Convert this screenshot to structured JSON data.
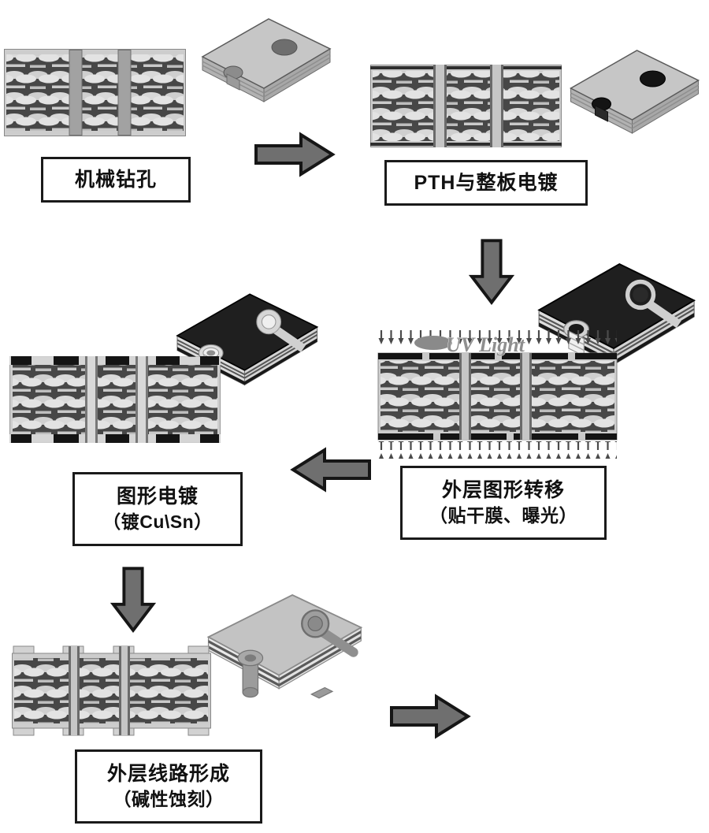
{
  "figure": {
    "background": "#ffffff",
    "uv_light_label": "UV Light",
    "steps": [
      {
        "name": "mechanical-drilling",
        "label_lines": [
          "机械钻孔"
        ]
      },
      {
        "name": "pth-panel-plating",
        "label_lines": [
          "PTH与整板电镀"
        ]
      },
      {
        "name": "outer-pattern-transfer",
        "label_lines": [
          "外层图形转移",
          "（贴干膜、曝光）"
        ]
      },
      {
        "name": "pattern-plating",
        "label_lines": [
          "图形电镀",
          "（镀Cu\\Sn）"
        ]
      },
      {
        "name": "outer-circuit-formation",
        "label_lines": [
          "外层线路形成",
          "（碱性蚀刻）"
        ]
      }
    ],
    "arrows": [
      {
        "name": "arrow-step1-to-step2",
        "direction": "right"
      },
      {
        "name": "arrow-step2-to-step3",
        "direction": "down"
      },
      {
        "name": "arrow-step3-to-step4",
        "direction": "left"
      },
      {
        "name": "arrow-step4-to-step5",
        "direction": "down"
      },
      {
        "name": "arrow-step5-to-next",
        "direction": "right"
      }
    ],
    "colors": {
      "arrow_fill": "#6f6f6f",
      "arrow_stroke": "#161616",
      "box_border": "#1a1a1a",
      "text": "#111111",
      "copper_dark": "#474747",
      "board_light": "#cdcdcd",
      "film_black": "#141414"
    }
  }
}
